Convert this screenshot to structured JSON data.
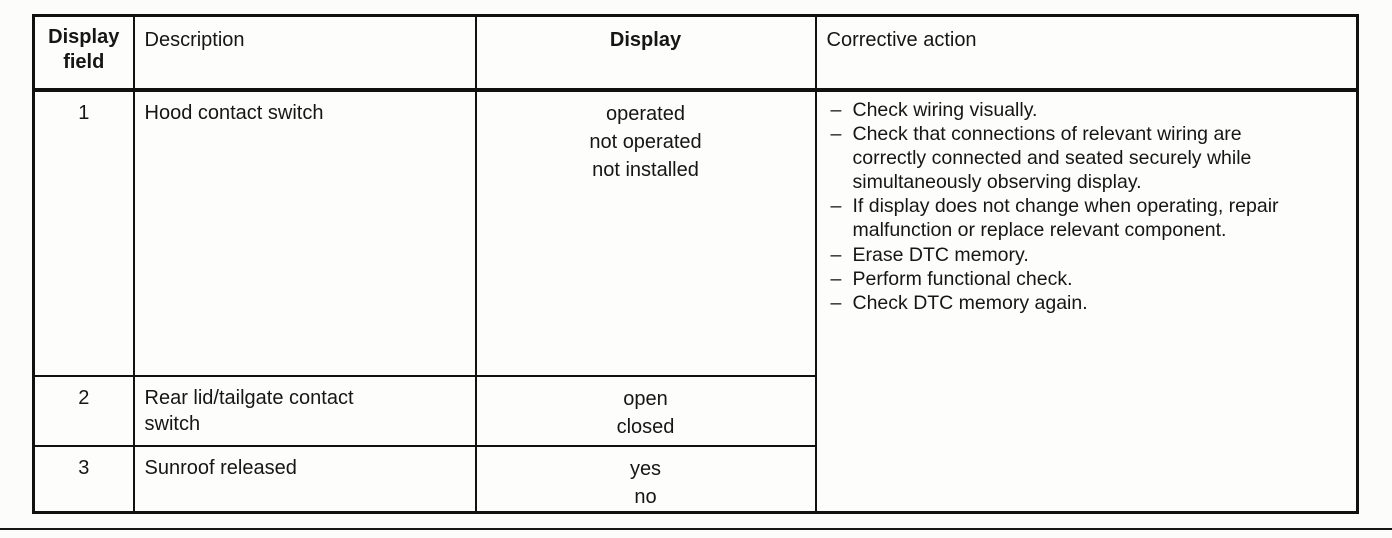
{
  "table": {
    "headers": {
      "field": "Display field",
      "description": "Description",
      "display": "Display",
      "corrective": "Corrective action"
    },
    "rows": [
      {
        "field": "1",
        "description": "Hood contact switch",
        "display": "operated\nnot operated\nnot installed"
      },
      {
        "field": "2",
        "description": "Rear lid/tailgate contact\nswitch",
        "display": "open\nclosed"
      },
      {
        "field": "3",
        "description": "Sunroof released",
        "display": "yes\nno"
      }
    ],
    "corrective_actions": [
      "Check wiring visually.",
      "Check that connections of relevant wiring are correctly connected and seated securely while simultaneously observing display.",
      "If display does not change when operating, repair malfunction or replace relevant component.",
      "Erase DTC memory.",
      "Perform functional check.",
      "Check DTC memory again."
    ]
  }
}
